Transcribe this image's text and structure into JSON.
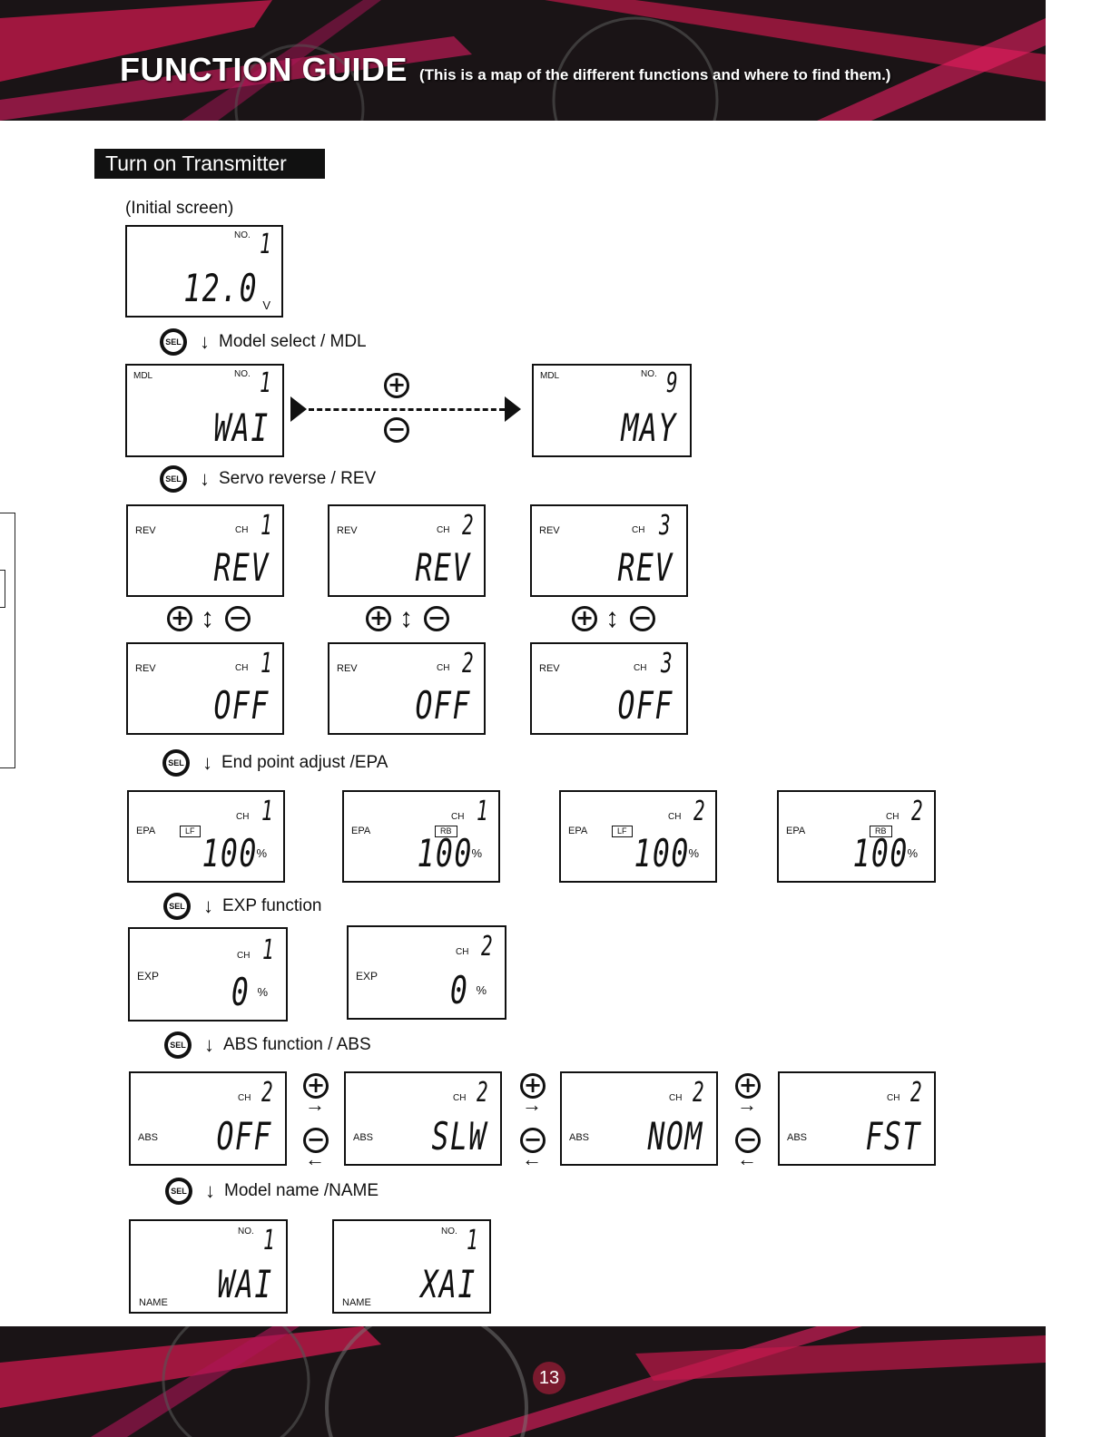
{
  "header": {
    "title": "FUNCTION GUIDE",
    "subtitle": "(This is a map of the different functions and where to find them.)"
  },
  "section_title": "Turn on Transmitter",
  "initial_caption": "(Initial screen)",
  "steps": {
    "mdl": "Model select / MDL",
    "rev": "Servo reverse / REV",
    "epa": "End point adjust /EPA",
    "exp": "EXP function",
    "abs": "ABS function / ABS",
    "name": "Model name /NAME"
  },
  "sel_label": "SEL",
  "labels": {
    "no": "NO.",
    "ch": "CH",
    "mdl": "MDL",
    "rev": "REV",
    "epa": "EPA",
    "exp": "EXP",
    "abs": "ABS",
    "name": "NAME",
    "volt": "V",
    "percent": "%",
    "lf": "LF",
    "rb": "RB",
    "plus": "+",
    "minus": "−"
  },
  "initial": {
    "no": "1",
    "value": "12.0"
  },
  "model_select": [
    {
      "no": "1",
      "value": "WAI"
    },
    {
      "no": "9",
      "value": "MAY"
    }
  ],
  "rev_on": [
    {
      "ch": "1",
      "value": "REV"
    },
    {
      "ch": "2",
      "value": "REV"
    },
    {
      "ch": "3",
      "value": "REV"
    }
  ],
  "rev_off": [
    {
      "ch": "1",
      "value": "OFF"
    },
    {
      "ch": "2",
      "value": "OFF"
    },
    {
      "ch": "3",
      "value": "OFF"
    }
  ],
  "epa": [
    {
      "ch": "1",
      "dir": "LF",
      "value": "100"
    },
    {
      "ch": "1",
      "dir": "RB",
      "value": "100"
    },
    {
      "ch": "2",
      "dir": "LF",
      "value": "100"
    },
    {
      "ch": "2",
      "dir": "RB",
      "value": "100"
    }
  ],
  "exp": [
    {
      "ch": "1",
      "value": "0"
    },
    {
      "ch": "2",
      "value": "0"
    }
  ],
  "abs": [
    {
      "ch": "2",
      "value": "OFF"
    },
    {
      "ch": "2",
      "value": "SLW"
    },
    {
      "ch": "2",
      "value": "NOM"
    },
    {
      "ch": "2",
      "value": "FST"
    }
  ],
  "names": [
    {
      "no": "1",
      "value": "WAI"
    },
    {
      "no": "1",
      "value": "XAI"
    }
  ],
  "page_number": "13"
}
